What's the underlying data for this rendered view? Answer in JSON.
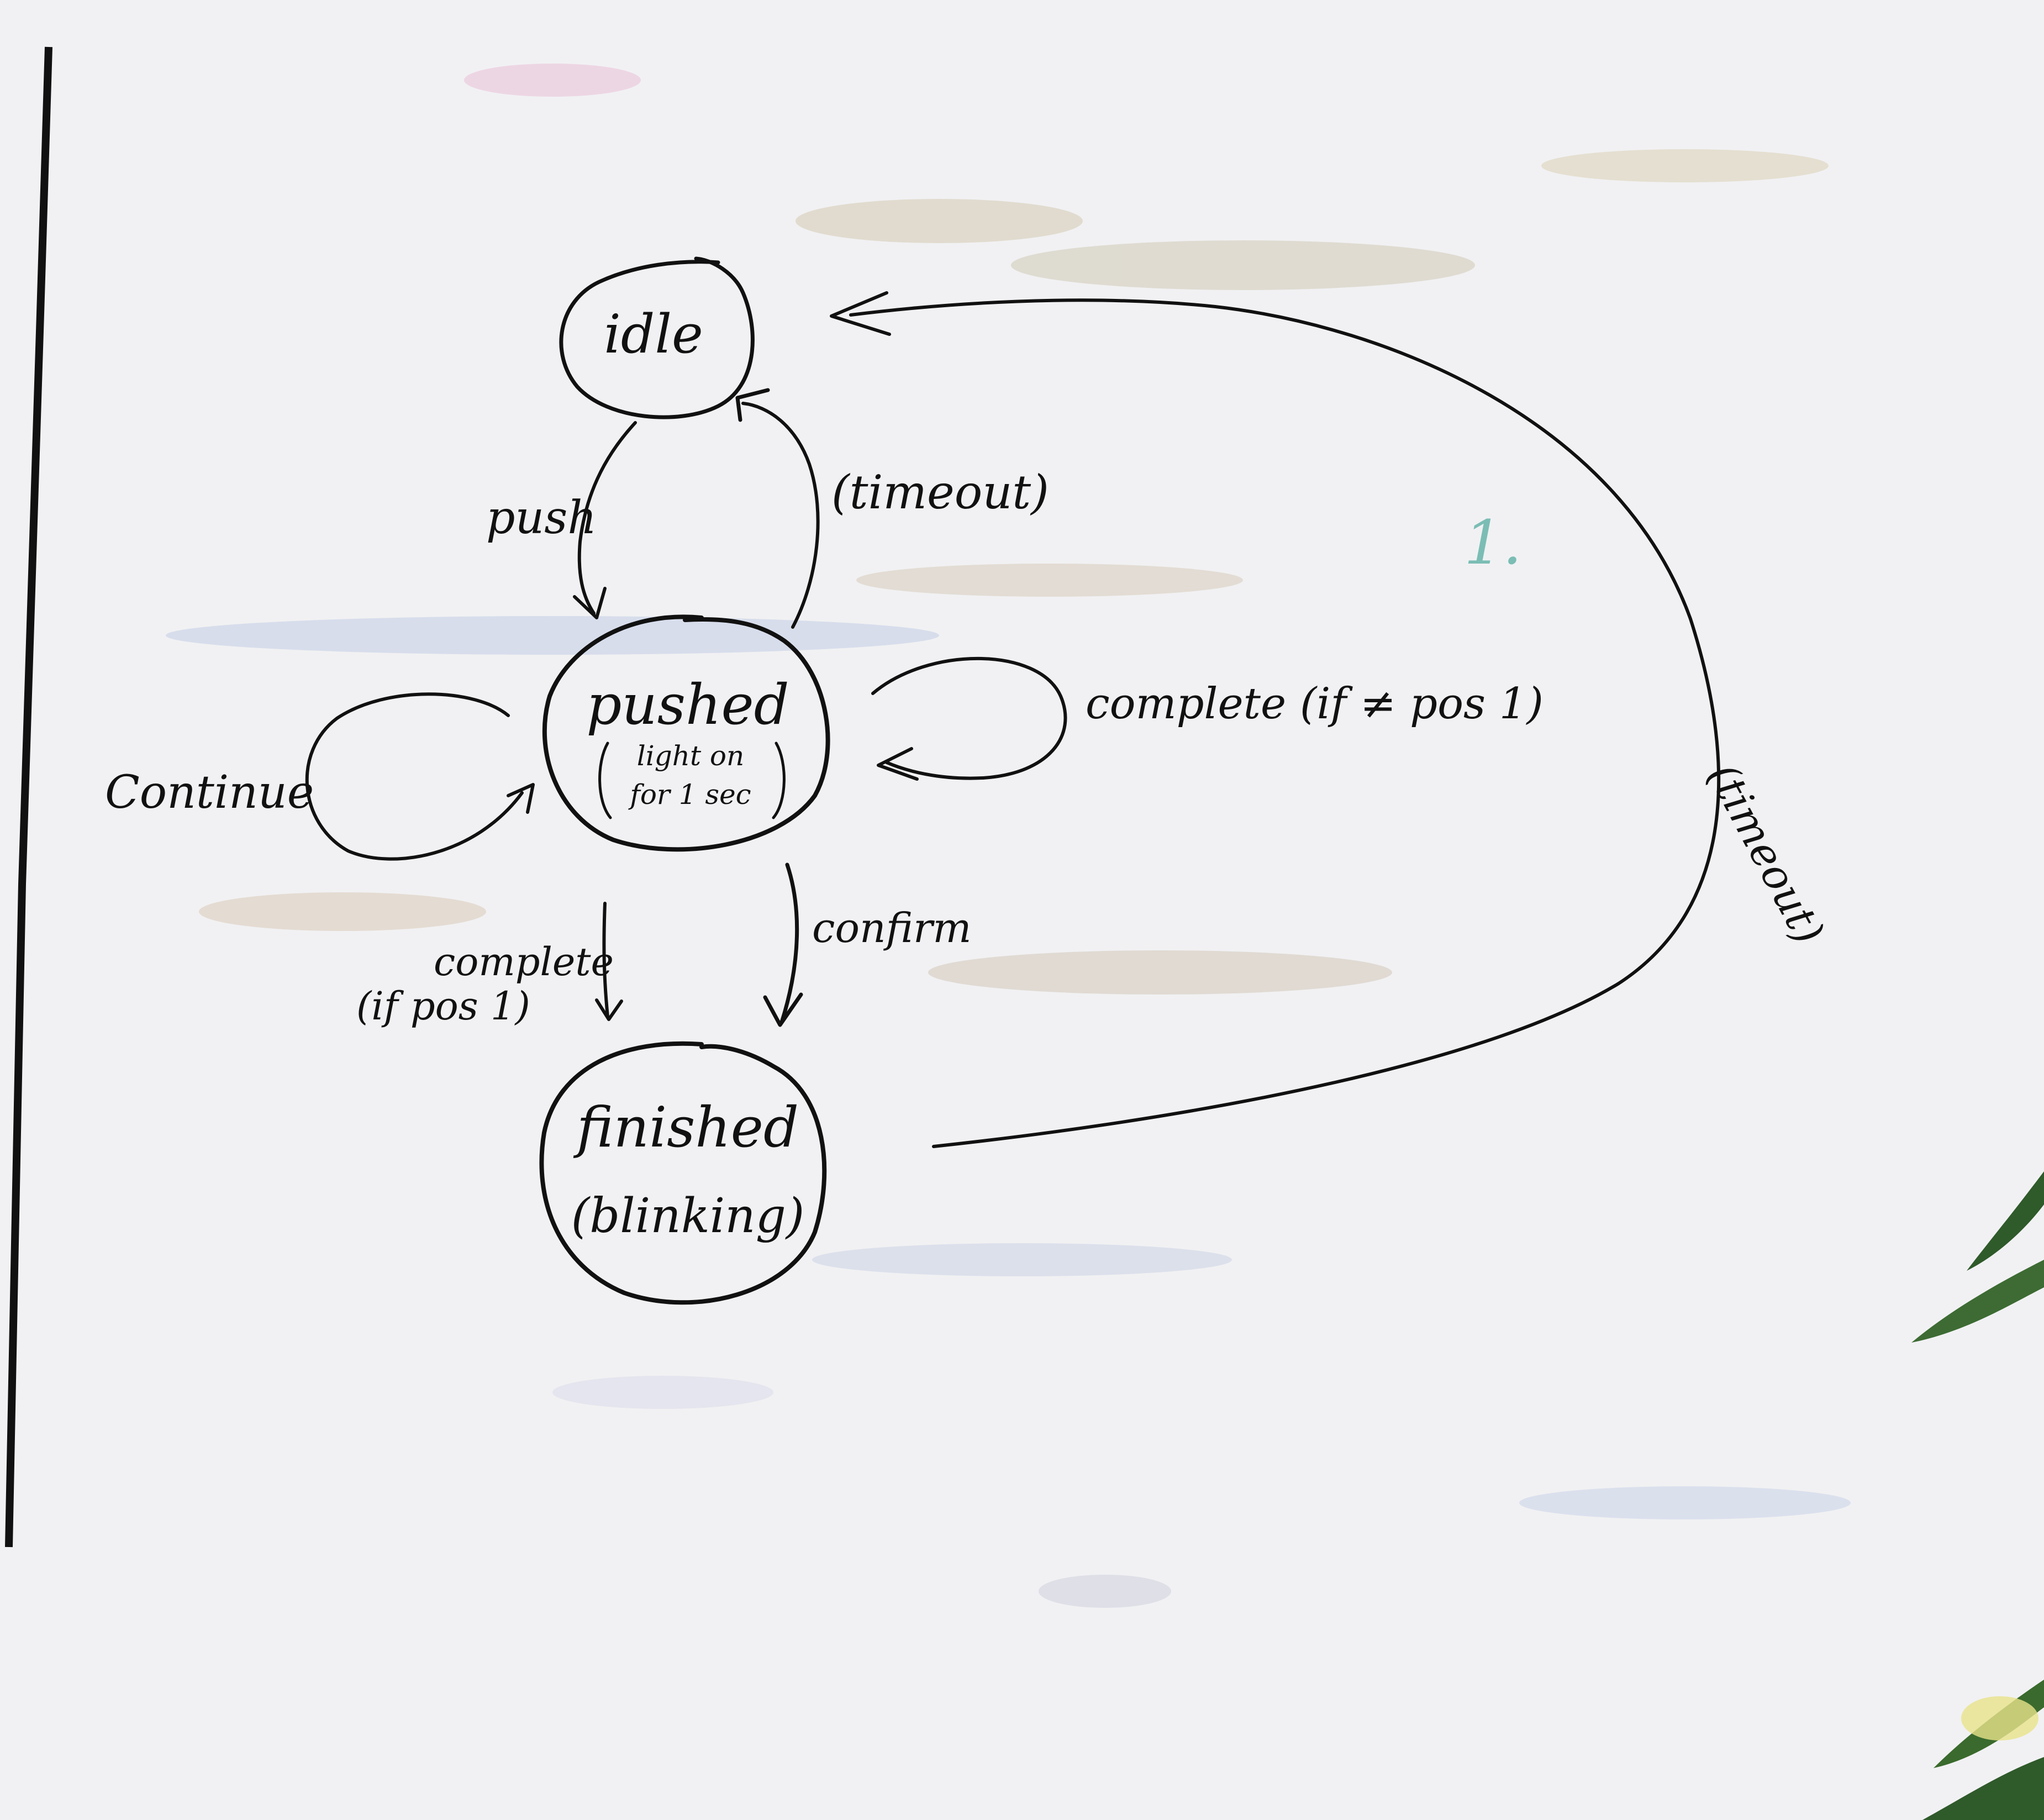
{
  "diagram": {
    "states": {
      "idle": {
        "label": "idle"
      },
      "pushed": {
        "label": "pushed",
        "note_line1": "light on",
        "note_line2": "for 1 sec"
      },
      "finished": {
        "label": "finished",
        "note": "(blinking)"
      }
    },
    "transitions": {
      "push": "push",
      "timeout_back": "(timeout)",
      "complete_not_pos1": "complete (if ≠ pos 1)",
      "continue": "Continue",
      "complete_pos1_line1": "complete",
      "complete_pos1_line2": "(if pos 1)",
      "confirm": "confirm",
      "timeout_finished": "(timeout)"
    },
    "margin_marks": {
      "green_mark": "1."
    },
    "colors": {
      "ink": "#111111",
      "board": "#f1f1f3",
      "green_marker": "#4aa89a",
      "plant": "#2f5a2a"
    }
  }
}
